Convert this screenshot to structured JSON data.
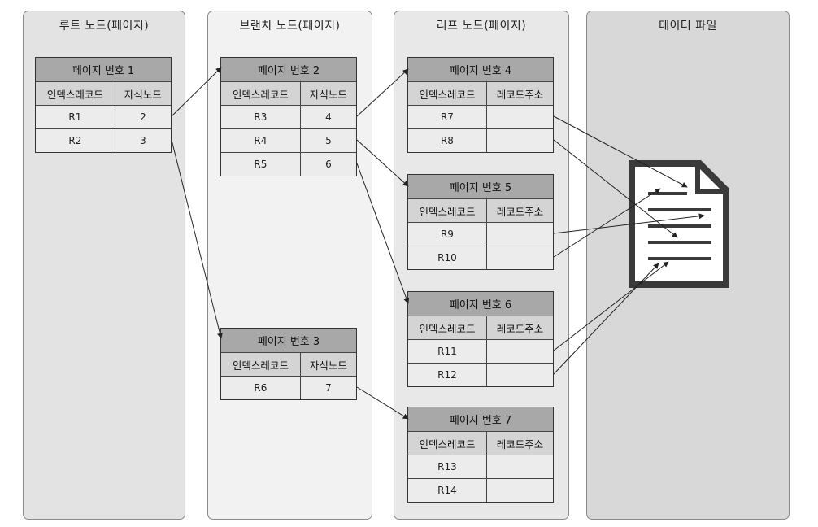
{
  "columns": [
    {
      "title": "루트 노드(페이지)"
    },
    {
      "title": "브랜치 노드(페이지)"
    },
    {
      "title": "리프 노드(페이지)"
    },
    {
      "title": "데이터 파일"
    }
  ],
  "pages": {
    "p1": {
      "title": "페이지 번호 1",
      "headers": [
        "인덱스레코드",
        "자식노드"
      ],
      "rows": [
        [
          "R1",
          "2"
        ],
        [
          "R2",
          "3"
        ]
      ]
    },
    "p2": {
      "title": "페이지 번호 2",
      "headers": [
        "인덱스레코드",
        "자식노드"
      ],
      "rows": [
        [
          "R3",
          "4"
        ],
        [
          "R4",
          "5"
        ],
        [
          "R5",
          "6"
        ]
      ]
    },
    "p3": {
      "title": "페이지 번호 3",
      "headers": [
        "인덱스레코드",
        "자식노드"
      ],
      "rows": [
        [
          "R6",
          "7"
        ]
      ]
    },
    "p4": {
      "title": "페이지 번호 4",
      "headers": [
        "인덱스레코드",
        "레코드주소"
      ],
      "rows": [
        [
          "R7",
          ""
        ],
        [
          "R8",
          ""
        ]
      ]
    },
    "p5": {
      "title": "페이지 번호 5",
      "headers": [
        "인덱스레코드",
        "레코드주소"
      ],
      "rows": [
        [
          "R9",
          ""
        ],
        [
          "R10",
          ""
        ]
      ]
    },
    "p6": {
      "title": "페이지 번호 6",
      "headers": [
        "인덱스레코드",
        "레코드주소"
      ],
      "rows": [
        [
          "R11",
          ""
        ],
        [
          "R12",
          ""
        ]
      ]
    },
    "p7": {
      "title": "페이지 번호 7",
      "headers": [
        "인덱스레코드",
        "레코드주소"
      ],
      "rows": [
        [
          "R13",
          ""
        ],
        [
          "R14",
          ""
        ]
      ]
    }
  },
  "icons": {
    "data_file": "document-icon"
  },
  "colors": {
    "header": "#a8a8a8",
    "subheader": "#d4d4d4",
    "cell": "#ececec",
    "document": "#3a3a3a"
  }
}
